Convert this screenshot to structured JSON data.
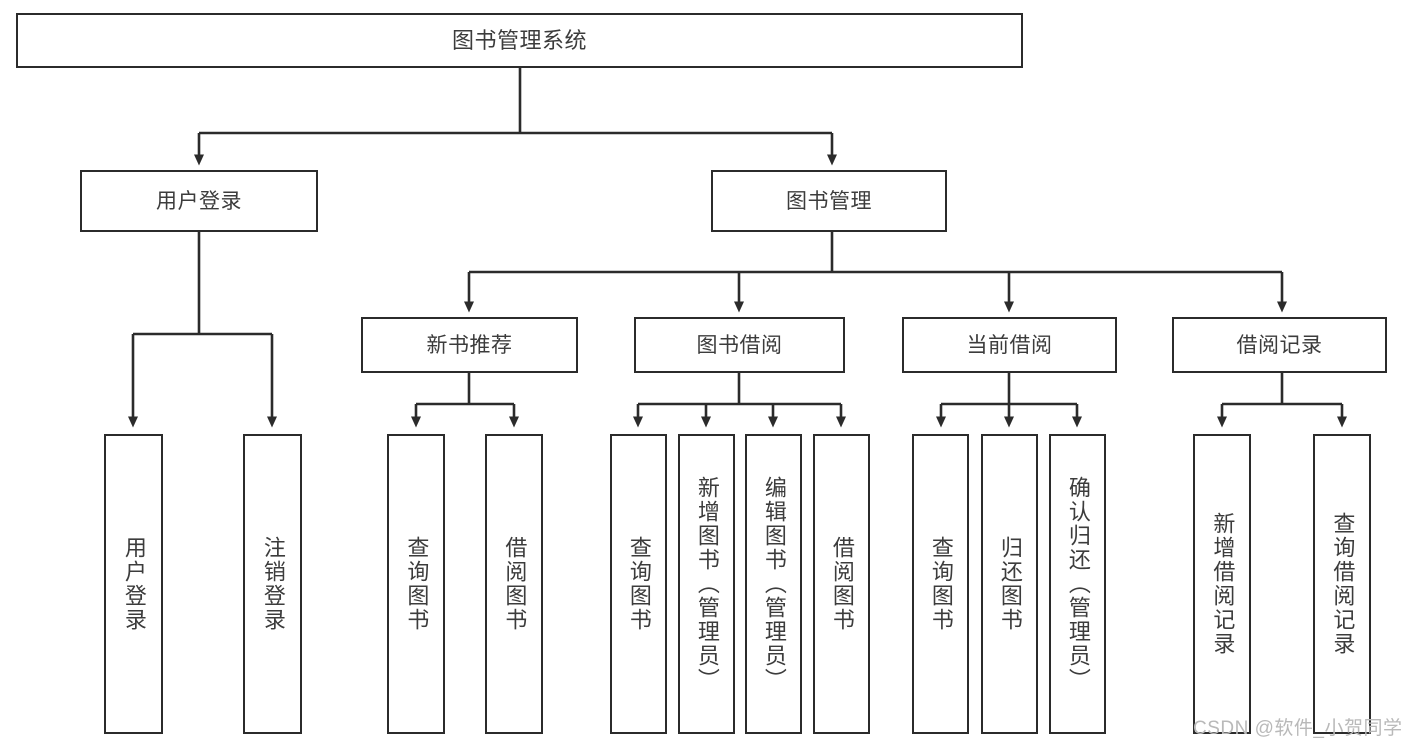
{
  "diagram": {
    "title": "图书管理系统",
    "type": "function-hierarchy-tree",
    "root": {
      "label": "图书管理系统"
    },
    "level1": [
      {
        "label": "用户登录"
      },
      {
        "label": "图书管理"
      }
    ],
    "level2": [
      {
        "label": "新书推荐"
      },
      {
        "label": "图书借阅"
      },
      {
        "label": "当前借阅"
      },
      {
        "label": "借阅记录"
      }
    ],
    "leaves": {
      "user_login": [
        {
          "label": "用户登录"
        },
        {
          "label": "注销登录"
        }
      ],
      "new_book_recommend": [
        {
          "label": "查询图书"
        },
        {
          "label": "借阅图书"
        }
      ],
      "book_borrow": [
        {
          "label": "查询图书"
        },
        {
          "label": "新增图书（管理员）"
        },
        {
          "label": "编辑图书（管理员）"
        },
        {
          "label": "借阅图书"
        }
      ],
      "current_borrow": [
        {
          "label": "查询图书"
        },
        {
          "label": "归还图书"
        },
        {
          "label": "确认归还（管理员）"
        }
      ],
      "borrow_record": [
        {
          "label": "新增借阅记录"
        },
        {
          "label": "查询借阅记录"
        }
      ]
    }
  },
  "watermark": {
    "text": "CSDN @软件_小贺同学"
  },
  "colors": {
    "border": "#2b2b2b",
    "text": "#3c3c3c",
    "background": "#ffffff",
    "watermark": "#b9b9b9"
  }
}
